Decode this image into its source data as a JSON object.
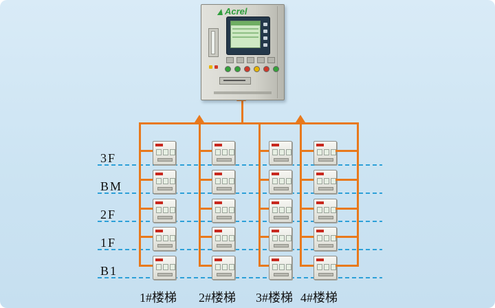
{
  "theme": {
    "background": "#cbe3f2",
    "bus_color": "#e8791c",
    "floor_line_color": "#2da0d8",
    "brand_green": "#2f9e3c",
    "device_accent_red": "#c8281e"
  },
  "cabinet": {
    "brand": "Acrel"
  },
  "floors": [
    {
      "label": "3F"
    },
    {
      "label": "BM"
    },
    {
      "label": "2F"
    },
    {
      "label": "1F"
    },
    {
      "label": "B1"
    }
  ],
  "stairs": [
    {
      "label": "1#楼梯"
    },
    {
      "label": "2#楼梯"
    },
    {
      "label": "3#楼梯"
    },
    {
      "label": "4#楼梯"
    }
  ],
  "device_grid": {
    "rows": 5,
    "columns": 4,
    "total_devices": 20
  }
}
